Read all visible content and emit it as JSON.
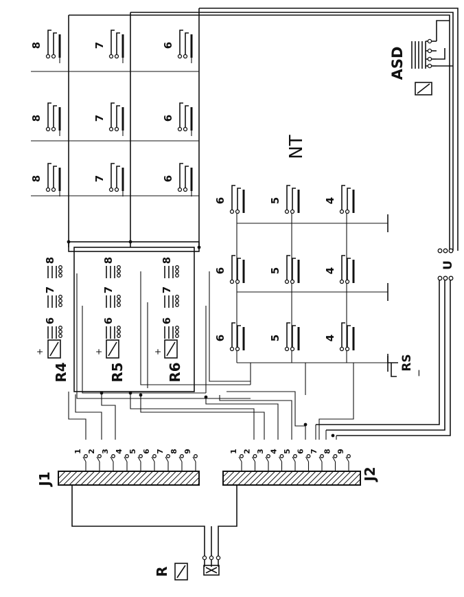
{
  "labels": {
    "NT": "NT",
    "ASD": "ASD",
    "U": "U",
    "RS": "RS",
    "RS_sign": "_",
    "R4": "R4",
    "R5": "R5",
    "R6": "R6",
    "J1": "J1",
    "J2": "J2",
    "R": "R",
    "plus": "+"
  },
  "top_matrix_rows": [
    "8",
    "7",
    "6"
  ],
  "nt_matrix_rows": [
    "6",
    "5",
    "4"
  ],
  "relay_contacts": [
    "6",
    "7",
    "8"
  ],
  "j1_pins": [
    "1",
    "2",
    "3",
    "4",
    "5",
    "6",
    "7",
    "8",
    "9"
  ],
  "j2_pins": [
    "1",
    "2",
    "3",
    "4",
    "5",
    "6",
    "7",
    "8",
    "9"
  ]
}
